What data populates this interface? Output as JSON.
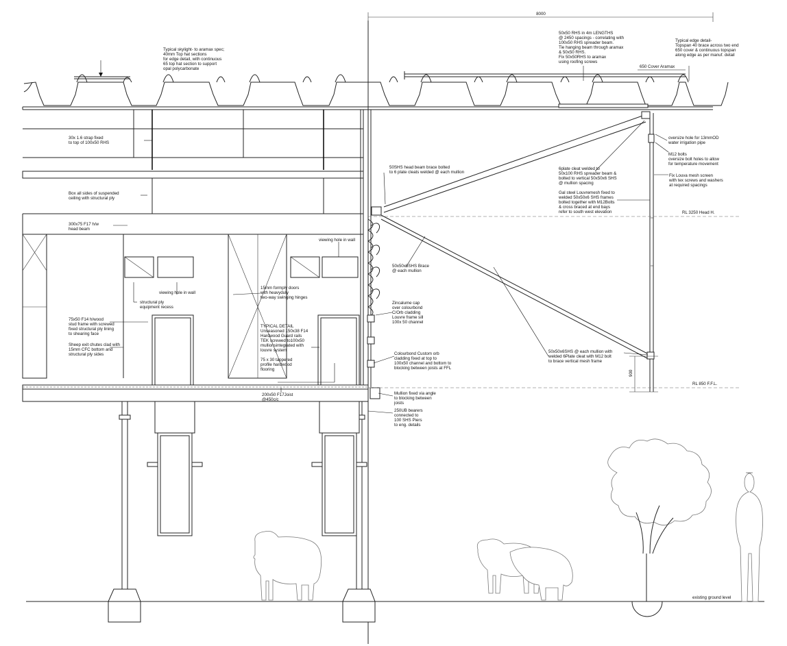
{
  "annotations": {
    "dim_top": "8000",
    "skylight": [
      "Typical skylight- to aramax spec;",
      "40mm Top hat sections",
      "for edge detail, with continuous",
      "65 top hat section to support",
      "opal polycarbonate"
    ],
    "spreader": [
      "50x50 RHS in 4m LENGTHS",
      "@ 2450 spacings - correlating with",
      "100x50 RHS spreader beam.",
      "Tie hanging beam through aramax",
      "& 50x50 RHS.",
      "Fix 50x50RHS to aramax",
      "using roofing screws"
    ],
    "cover": "650 Cover Aramax",
    "edge": [
      "Typical edge detail-",
      "Topspan 40 brace across two end",
      "650 cover & continuous topspan",
      "along edge as per manuf. detail"
    ],
    "strap": [
      "30x 1.6 strap fixed",
      "to top of 100x50 RHS"
    ],
    "oversize": [
      "oversize hole for 13mmOD",
      "water irrigation pipe"
    ],
    "m12": [
      "M12 bolts",
      "oversize bolt holes to allow",
      "for temperature movement"
    ],
    "cleat": [
      "6plate cleat welded to",
      "50x100 RHS spreader beam &",
      "bolted to vertical 50x50x6 SHS",
      "@ mullion spacing"
    ],
    "louvre_screen": [
      "Fix Louva mesh screen",
      "with tex screws and washers",
      "at required spacings"
    ],
    "galsteel": [
      "Gal steel Louvremesh fixed to",
      "welded 50x50x6 SHS frames",
      "bolted together with M12Bolts",
      "& cross braced at end bays",
      "refer to south west elevation"
    ],
    "head_brace": [
      "50SHS head beam brace  bolted",
      "to 6 plate cleats welded @ each mullion"
    ],
    "box_ceiling": [
      "Box all sides of suspended",
      "ceiling with structural ply"
    ],
    "rl_head": "RL 3250  Head H.",
    "head_beam": [
      "300x75 F17 h/w",
      "head beam"
    ],
    "viewing_right": "viewing hole in wall",
    "brace": [
      "50x50x6SHS Brace",
      "@ each mullion"
    ],
    "doors": [
      "15mm formply doors",
      "with heavyduty",
      "two-way swinging hinges"
    ],
    "viewing_left": "viewing hole in wall",
    "equipment": [
      "structural ply",
      "equipment recess"
    ],
    "zincalume": [
      "Zincalume cap",
      "over colourbond",
      "C/Orb cladding",
      "Louvre frame sill",
      "100x 50 channel"
    ],
    "stud": [
      "75x50 F14 h/wood",
      "stud frame with screwed",
      "fixed structural ply lining",
      "to shearing face"
    ],
    "typical": [
      "TYPICAL DETAIL",
      "Unseasoned 150x38 F14",
      "Hardwood Guard rails",
      "TEK screwed to100x50",
      "mullionsintegrated with",
      "louvre system"
    ],
    "sheep_chutes": [
      "Sheep exit chutes clad with",
      "15mm CFC bottom and",
      "structural ply sides"
    ],
    "flooring": [
      "75 x 30 tappered",
      "profile hardwood",
      "flooring"
    ],
    "colourbond": [
      "Colourbond Custom orb",
      "cladding fixed at top to",
      "100x50 channel and bottom to",
      "blocking between joists at FFL"
    ],
    "shs_mullion": [
      "50x50x6SHS @ each mullion with",
      "welded 6Plate cleat with M12 bolt",
      "to brace vertical mesh frame"
    ],
    "dim_900": "900",
    "rl_ffl": "RL  850  F.F.L.",
    "joist": [
      "200x50 F17Joist",
      "@450c/c"
    ],
    "mullion_fixed": [
      "Mullion fixed via angle",
      "to  blocking between",
      "joists"
    ],
    "bearers": [
      "250UB bearers",
      "connected to",
      "100 SHS Piers",
      "to eng. details"
    ],
    "ground": "existing ground level"
  }
}
